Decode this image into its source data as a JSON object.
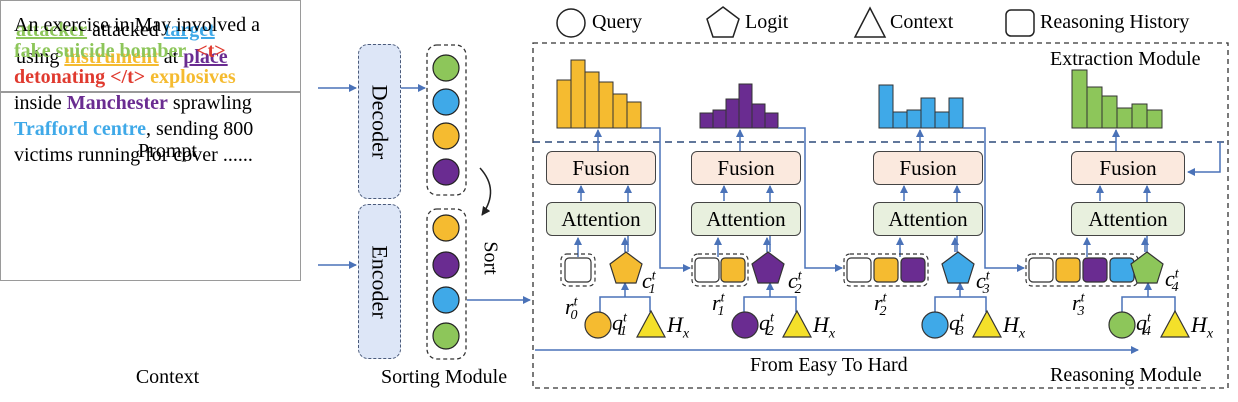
{
  "legend": {
    "query": "Query",
    "logit": "Logit",
    "context": "Context",
    "history": "Reasoning History"
  },
  "prompt": {
    "line1": {
      "attacker": "attacker",
      "attacked": " attacked ",
      "target": "target"
    },
    "line2": {
      "using": "using ",
      "instrument": "instrument",
      "at": " at ",
      "place": "place"
    },
    "caption": "Prompt"
  },
  "context": {
    "line1": "An exercise in May involved a",
    "line2a": "fake suicide bomber",
    "line2b": "<t>",
    "line3a": "detonating </t>",
    "line3b": " explosives",
    "line4a": "inside ",
    "line4b": "Manchester",
    "line4c": " sprawling",
    "line5a": "Trafford centre",
    "line5b": ", sending 800",
    "line6": "victims running for cover ......",
    "caption": "Context"
  },
  "modules": {
    "decoder": "Decoder",
    "encoder": "Encoder",
    "sort": "Sort",
    "sorting": "Sorting Module",
    "extraction": "Extraction Module",
    "reasoning": "Reasoning Module",
    "easy_to_hard": "From Easy To Hard"
  },
  "blocks": {
    "fusion": "Fusion",
    "attention": "Attention"
  },
  "vars": {
    "r0": "r",
    "r0sub": "0",
    "rsup": "t",
    "r1sub": "1",
    "r2sub": "2",
    "r3sub": "3",
    "c": "c",
    "q": "q",
    "H": "H",
    "Hsub": "x"
  },
  "colors": {
    "green": "#8dc65a",
    "blue": "#3fa9e8",
    "yellow": "#f5bb30",
    "purple": "#6a2c91",
    "red": "#e03a2f",
    "arrow": "#4a72b8"
  }
}
